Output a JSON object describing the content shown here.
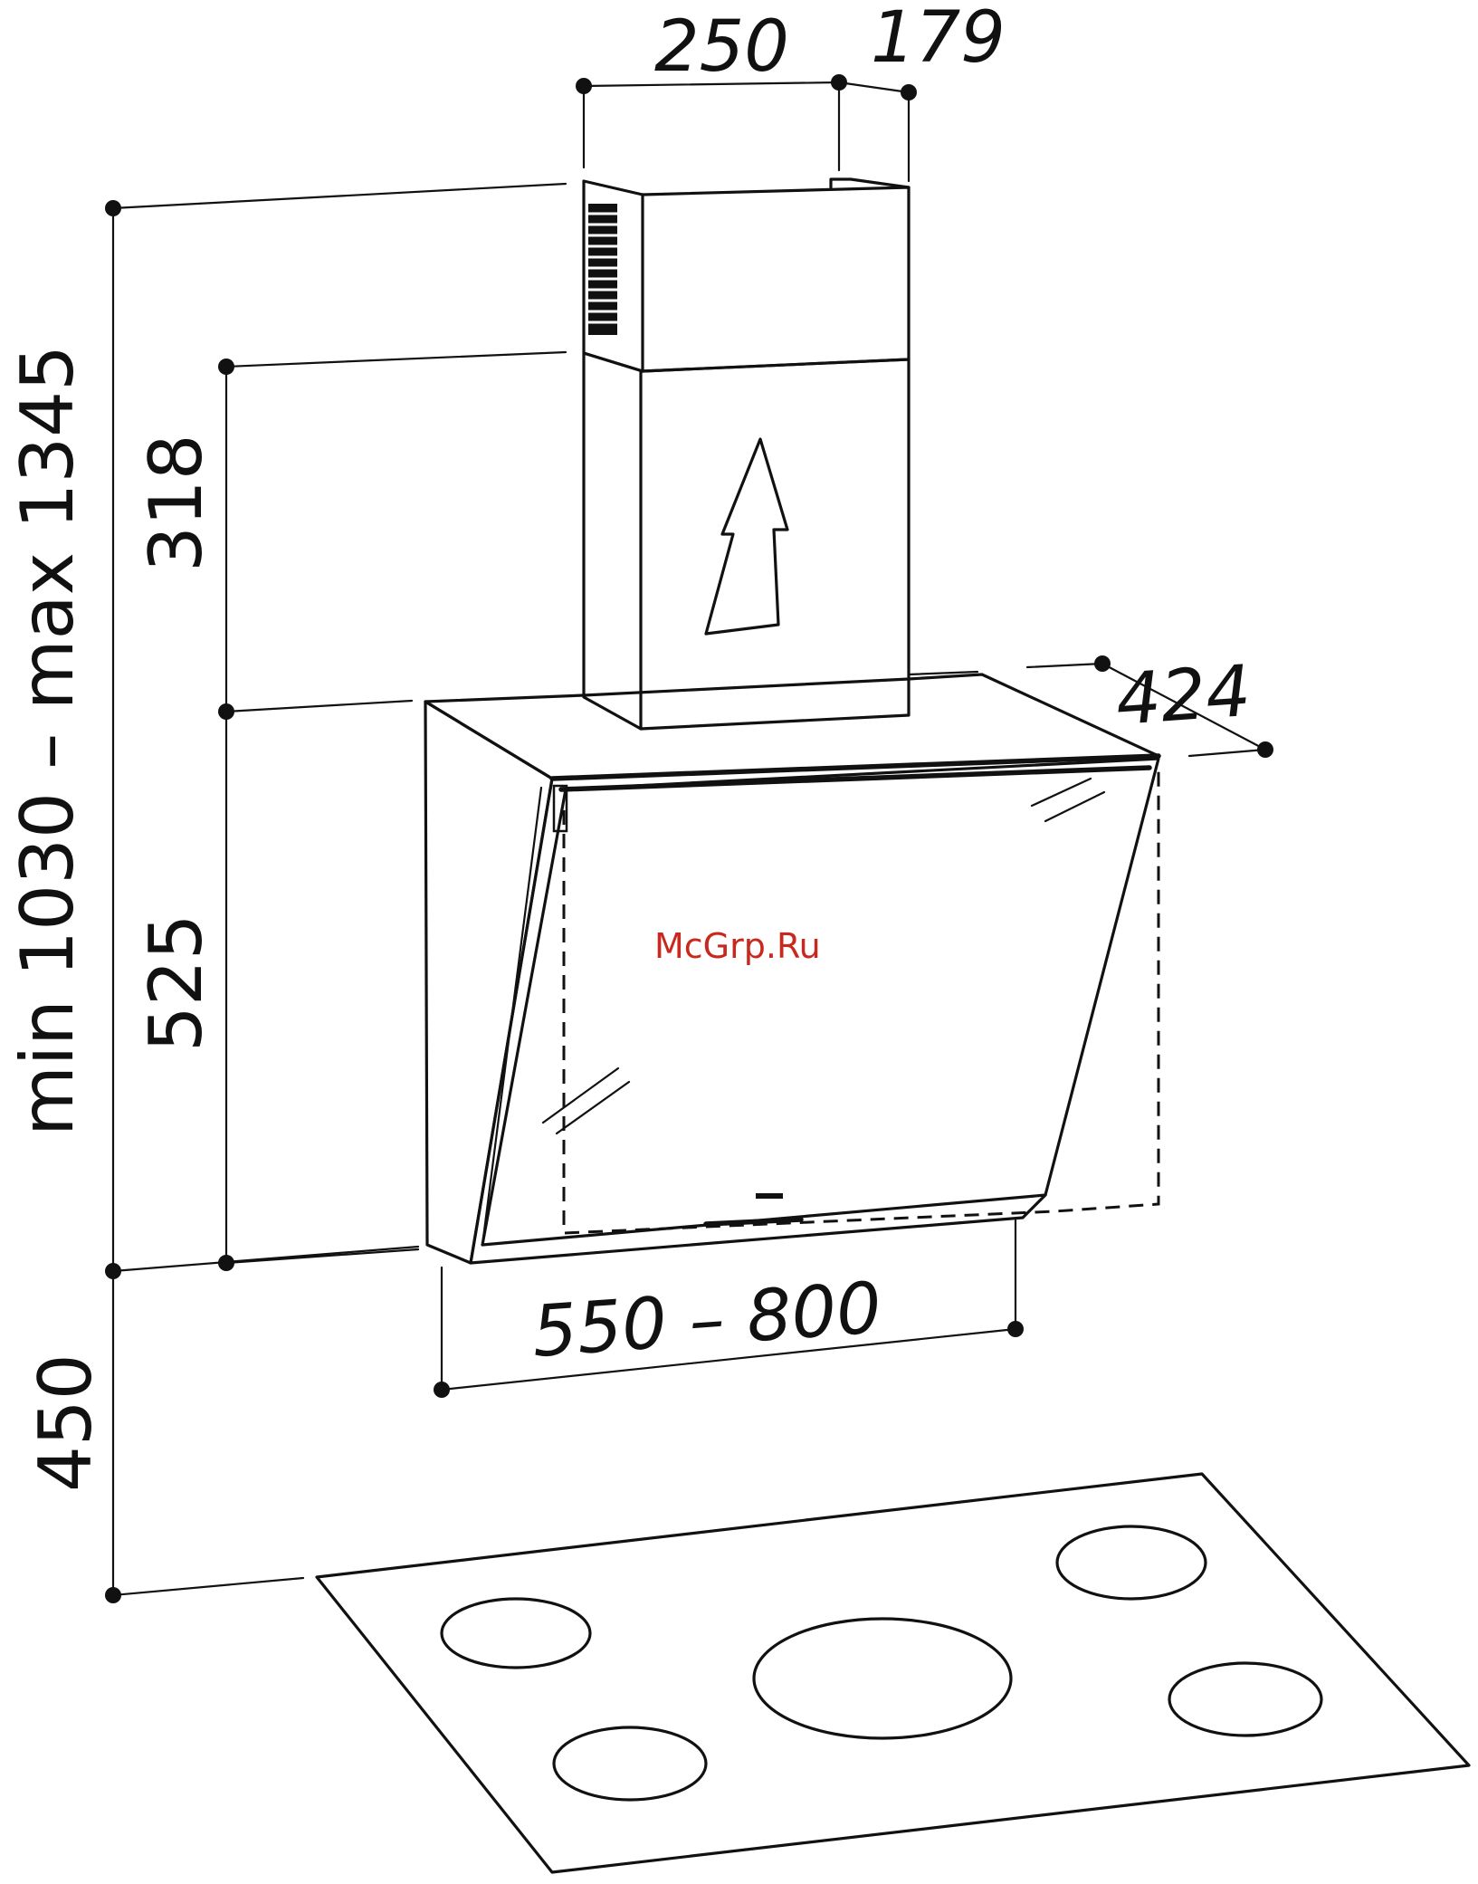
{
  "colors": {
    "line": "#111111",
    "background": "#ffffff",
    "watermark": "#c8281e"
  },
  "dimensions": {
    "chimney_width": "250",
    "chimney_depth": "179",
    "total_height": "min 1030 – max 1345",
    "chimney_height": "318",
    "hood_height": "525",
    "hood_depth": "424",
    "hood_width": "550 – 800",
    "hob_clearance": "450"
  },
  "watermark": "McGrp.Ru"
}
